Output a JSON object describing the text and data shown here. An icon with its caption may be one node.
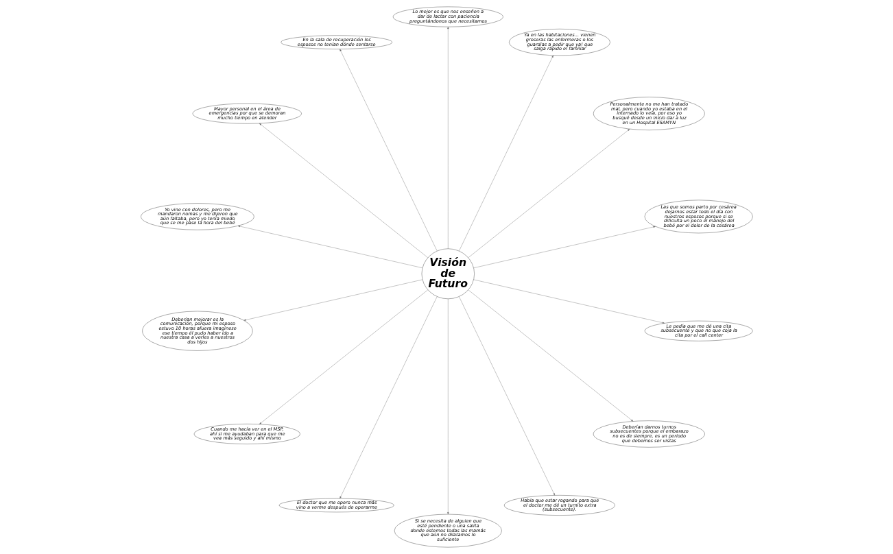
{
  "diagram": {
    "nodes": [
      {
        "text": [
          "Visión de Futuro"
        ]
      },
      {
        "text": [
          "Las que somos parto por cesárea dejarnos estar todo el día con nuestros esposos porque si se dificulta un poco el manejo del bebé por el dolor de la cesárea"
        ]
      },
      {
        "text": [
          "Personalmente no me han tratado mal, pero cuando yo estaba en el internado lo veía, por eso yo busqué desde un inicio dar a luz en un Hospital ESAMYN"
        ]
      },
      {
        "text": [
          "Ya en las habitaciones... vienen groseras las enfermeras o los guardias a pedir que ya! que salga rápido el familiar"
        ]
      },
      {
        "text": [
          "Lo mejor es que nos enseñen a dar de lactar con paciencia preguntándonos que necesitamos"
        ]
      },
      {
        "text": [
          "En la sala de recuperación los esposos no tenían dónde sentarse"
        ]
      },
      {
        "text": [
          "Mayor personal en el área de emergencias por que se demoran mucho tiempo en atender"
        ]
      },
      {
        "text": [
          "Yo vine con dolores, pero me mandaron nomas y me dijeron que aún faltaba, pero yo tenía miedo que se me pase la hora del bebé"
        ]
      },
      {
        "text": [
          "Deberían mejorar es la comunicación, porque mi esposo estuvo 10 horas afuera imagínese ese tiempo él pudo haber ido a nuestra casa a verles a nuestros dos hijos"
        ]
      },
      {
        "text": [
          "Cuando me hacía ver en el MSP, ahí si me ayudaban para que me vea más seguido y ahí mismo"
        ]
      },
      {
        "text": [
          "El doctor que me opero nunca más vino a verme después de operarme"
        ]
      },
      {
        "text": [
          "Si se necesita de alguien que esté pendiente o una salita donde estemos todas las mamás que aún no dilatamos lo suficiente"
        ]
      },
      {
        "text": [
          "Había que estar rogando para que el doctor me dé un turnito extra (subsecuente)."
        ]
      },
      {
        "text": [
          "Deberían darnos turnos subsecuentes porque el embarazo no es de siempre, es un periodo que debemos ser vistas"
        ]
      },
      {
        "text": [
          "Le pedía que me dé una cita subsecuente y que no que coja la cita por el call center"
        ]
      }
    ],
    "edges": [
      {
        "from": 0,
        "to": 1,
        "arrow": "to"
      },
      {
        "from": 0,
        "to": 2,
        "arrow": "to"
      },
      {
        "from": 0,
        "to": 3,
        "arrow": "to"
      },
      {
        "from": 0,
        "to": 4,
        "arrow": "to"
      },
      {
        "from": 0,
        "to": 5,
        "arrow": "to"
      },
      {
        "from": 0,
        "to": 6,
        "arrow": "to"
      },
      {
        "from": 0,
        "to": 7,
        "arrow": "to"
      },
      {
        "from": 0,
        "to": 8,
        "arrow": "to"
      },
      {
        "from": 0,
        "to": 9,
        "arrow": "to"
      },
      {
        "from": 0,
        "to": 10,
        "arrow": "to"
      },
      {
        "from": 0,
        "to": 11,
        "arrow": "to"
      },
      {
        "from": 0,
        "to": 12,
        "arrow": "to"
      },
      {
        "from": 0,
        "to": 13,
        "arrow": "to"
      },
      {
        "from": 0,
        "to": 14,
        "arrow": "to"
      }
    ]
  }
}
